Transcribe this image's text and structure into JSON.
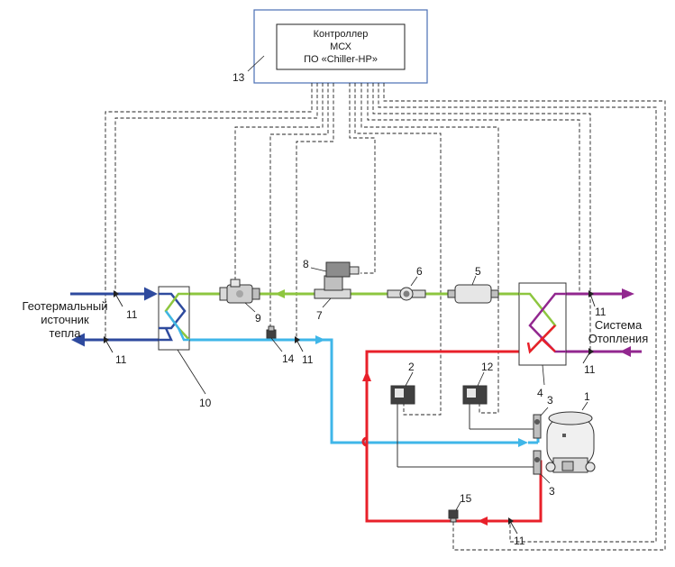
{
  "controller": {
    "line1": "Контроллер",
    "line2": "МСХ",
    "line3": "ПО «Chiller-HP»"
  },
  "labels": {
    "geo_line1": "Геотермальный",
    "geo_line2": "источник",
    "geo_line3": "тепла",
    "heat_line1": "Система",
    "heat_line2": "Отопления"
  },
  "numbers": {
    "n1": "1",
    "n2": "2",
    "n3a": "3",
    "n3b": "3",
    "n4": "4",
    "n5": "5",
    "n6": "6",
    "n7": "7",
    "n8": "8",
    "n9": "9",
    "n10": "10",
    "n11a": "11",
    "n11b": "11",
    "n11c": "11",
    "n11d": "11",
    "n11e": "11",
    "n11f": "11",
    "n12": "12",
    "n13": "13",
    "n14": "14",
    "n15": "15"
  },
  "colors": {
    "source_water": "#2e4a9e",
    "suction_line": "#3fb6e8",
    "discharge_line": "#e8202a",
    "liquid_line": "#8dc63f",
    "heating_water": "#92278f",
    "controller_border": "#4a6fb5"
  }
}
